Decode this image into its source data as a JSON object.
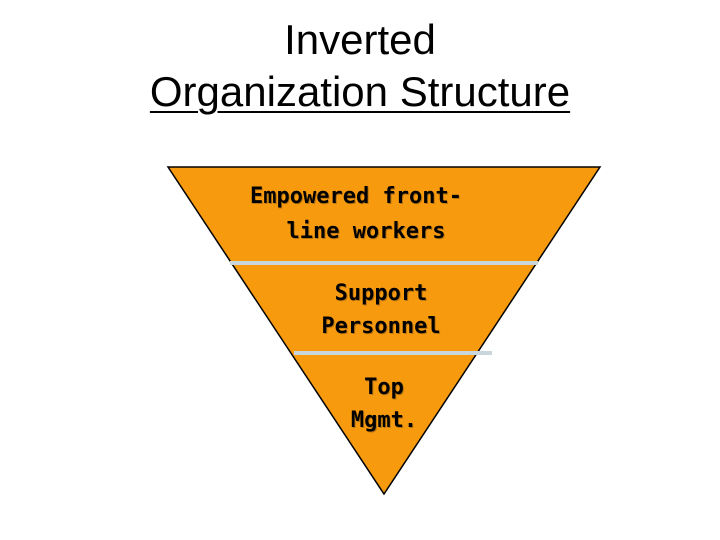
{
  "slide": {
    "title_line1": "Inverted",
    "title_line2": "Organization Structure"
  },
  "pyramid": {
    "fill_color": "#F79A0E",
    "outline_color": "#000000",
    "divider_color": "#C9D7DC",
    "tiers": [
      {
        "lines": [
          "Empowered front-",
          "line workers"
        ]
      },
      {
        "lines": [
          "Support",
          "Personnel"
        ]
      },
      {
        "lines": [
          "Top",
          "Mgmt."
        ]
      }
    ]
  }
}
